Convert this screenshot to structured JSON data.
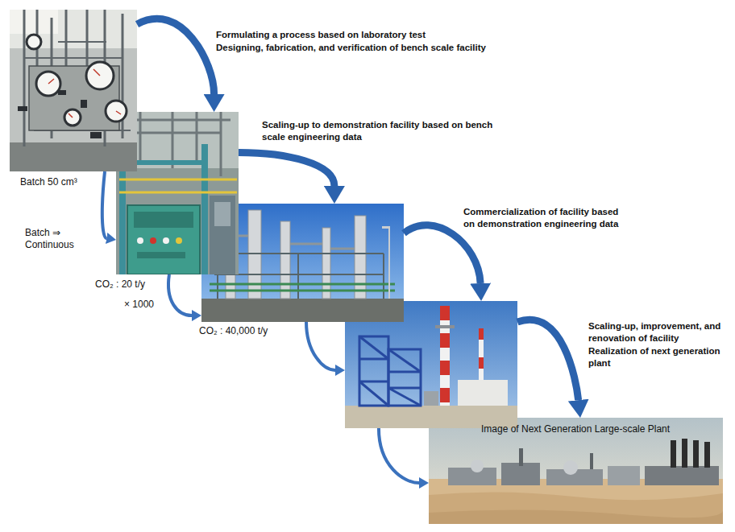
{
  "diagram": {
    "nodes": [
      {
        "text": [
          "Batch 50 cm³"
        ]
      },
      {
        "text": [
          "Formulating a process based on laboratory test",
          "Designing, fabrication, and verification of bench scale facility",
          "CO₂ : 20 t/y"
        ]
      },
      {
        "text": [
          "Scaling-up to demonstration facility based on bench scale engineering data",
          "CO₂ : 40,000 t/y"
        ]
      },
      {
        "text": [
          "Commercialization of facility based on demonstration engineering data"
        ]
      },
      {
        "text": [
          "Scaling-up, improvement, and renovation of facility",
          "Realization of next generation plant",
          "Image of Next Generation Large-scale Plant"
        ]
      }
    ],
    "edges": [
      {
        "from": 0,
        "to": 1,
        "arrow": "to"
      },
      {
        "from": 1,
        "to": 2,
        "arrow": "to"
      },
      {
        "from": 2,
        "to": 3,
        "arrow": "to"
      },
      {
        "from": 3,
        "to": 4,
        "arrow": "to"
      },
      {
        "from": 0,
        "to": 1,
        "label": "Batch ⇒ Continuous",
        "arrow": "to"
      },
      {
        "from": 1,
        "to": 2,
        "label": "× 1000",
        "arrow": "to"
      },
      {
        "from": 2,
        "to": 3,
        "arrow": "to"
      },
      {
        "from": 3,
        "to": 4,
        "arrow": "to"
      }
    ]
  }
}
